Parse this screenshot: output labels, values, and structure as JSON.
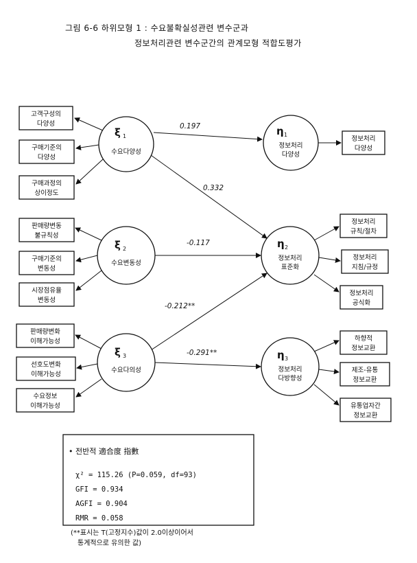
{
  "title": {
    "line1": "그림 6-6  하위모형 1 : 수요불확실성관련 변수군과",
    "line2": "정보처리관련 변수군간의 관계모형 적합도평가"
  },
  "latents": {
    "xi1": {
      "symbol": "ξ",
      "sub": "1",
      "name": "수요다양성"
    },
    "xi2": {
      "symbol": "ξ",
      "sub": "2",
      "name": "수요변동성"
    },
    "xi3": {
      "symbol": "ξ",
      "sub": "3",
      "name": "수요다의성"
    },
    "eta1": {
      "symbol": "η",
      "sub": "1",
      "name": [
        "정보처리",
        "다양성"
      ]
    },
    "eta2": {
      "symbol": "η",
      "sub": "2",
      "name": [
        "정보처리",
        "표준화"
      ]
    },
    "eta3": {
      "symbol": "η",
      "sub": "3",
      "name": [
        "정보처리",
        "다방향성"
      ]
    }
  },
  "indicators": {
    "x1": [
      "고객구성의",
      "다양성"
    ],
    "x2": [
      "구매기준의",
      "다양성"
    ],
    "x3": [
      "구매과정의",
      "상이정도"
    ],
    "x4": [
      "판매량변동",
      "불규칙성"
    ],
    "x5": [
      "구매기준의",
      "변동성"
    ],
    "x6": [
      "시장점유율",
      "변동성"
    ],
    "x7": [
      "판매량변화",
      "이해가능성"
    ],
    "x8": [
      "선호도변화",
      "이해가능성"
    ],
    "x9": [
      "수요정보",
      "이해가능성"
    ],
    "y1": [
      "정보처리",
      "다양성"
    ],
    "y2": [
      "정보처리",
      "규칙/절차"
    ],
    "y3": [
      "정보처리",
      "지침/규정"
    ],
    "y4": [
      "정보처리",
      "공식화"
    ],
    "y5": [
      "하향적",
      "정보교환"
    ],
    "y6": [
      "제조-유통",
      "정보교환"
    ],
    "y7": [
      "유통업자간",
      "정보교환"
    ]
  },
  "paths": {
    "p1": "0.197",
    "p2": "0.332",
    "p3": "-0.117",
    "p4": "-0.212**",
    "p5": "-0.291**"
  },
  "fit": {
    "title": "• 전반적 適合度 指數",
    "chi": "χ² = 115.26 (P=0.059, df=93)",
    "gfi": "GFI = 0.934",
    "agfi": "AGFI = 0.904",
    "rmr": "RMR = 0.058"
  },
  "note": {
    "line1": "(**표시는 T(고정지수)값이 2.0이상이어서",
    "line2": "통계적으로 유의한 값)"
  }
}
